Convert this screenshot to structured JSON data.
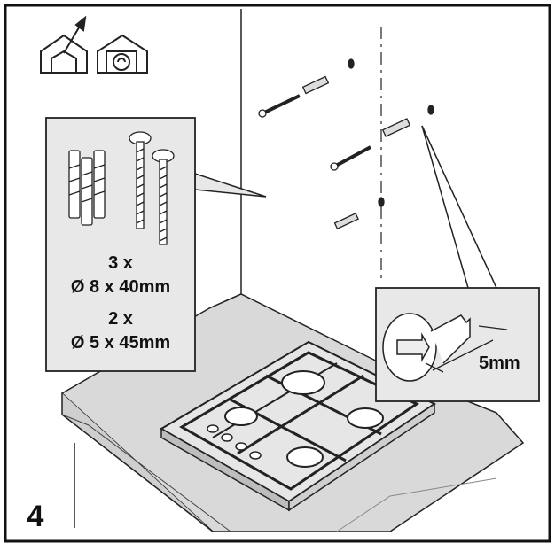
{
  "step": {
    "number": "4"
  },
  "hardware_callout": {
    "line1_qty": "3 x",
    "line1_spec": "Ø 8 x 40mm",
    "line2_qty": "2 x",
    "line2_spec": "Ø 5 x 45mm"
  },
  "detail_callout": {
    "gap_label": "5mm"
  },
  "icons": [
    "indoor-house-icon",
    "house-with-outlet-icon"
  ],
  "colors": {
    "line": "#111111",
    "panel": "#e8e8e8",
    "background": "#ffffff"
  }
}
